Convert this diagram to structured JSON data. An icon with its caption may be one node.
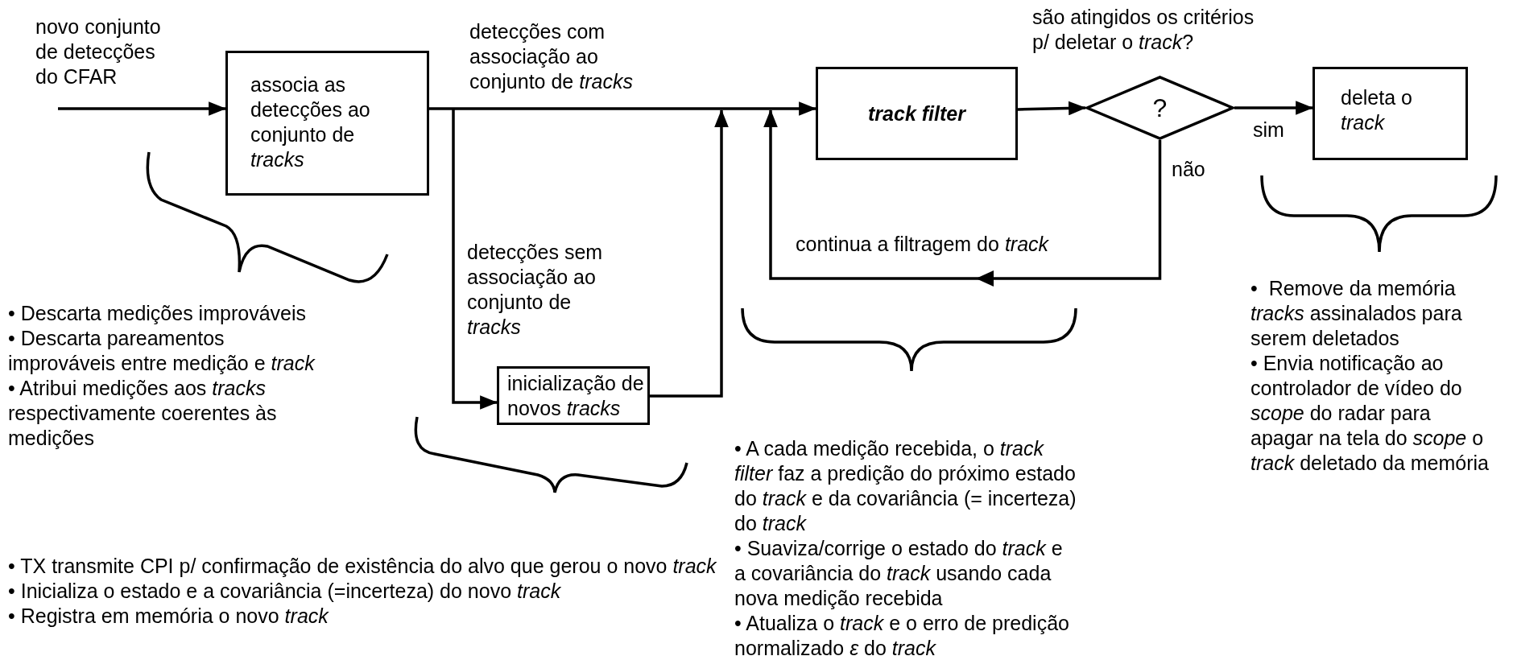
{
  "diagram": {
    "nodes": [
      {
        "text": [
          "associa as detecções ao conjunto de *tracks*"
        ]
      },
      {
        "text": [
          "track filter"
        ]
      },
      {
        "text": [
          "?"
        ],
        "beside": [
          "são atingidos os critérios p/ deletar o *track*?"
        ]
      },
      {
        "text": [
          "deleta o *track*"
        ]
      },
      {
        "text": [
          "inicialização de novos *tracks*"
        ]
      }
    ],
    "edges": [
      {
        "from": null,
        "to": 0,
        "arrow": "to",
        "label": "novo conjunto de detecções do CFAR"
      },
      {
        "from": 0,
        "to": 1,
        "arrow": "to",
        "label": "detecções com associação ao conjunto de *tracks*"
      },
      {
        "from": 0,
        "to": 4,
        "arrow": "to",
        "label": "detecções sem associação ao conjunto de *tracks*"
      },
      {
        "from": 4,
        "to": 1,
        "arrow": "to"
      },
      {
        "from": 1,
        "to": 2,
        "arrow": "to"
      },
      {
        "from": 2,
        "to": 3,
        "arrow": "to",
        "label": "sim"
      },
      {
        "from": 2,
        "to": 1,
        "arrow": "to",
        "label": "não"
      }
    ],
    "labels": [
      "continua a filtragem do *track*",
      "• Descarta medições improváveis",
      "• Descarta pareamentos improváveis entre medição e *track*",
      "• Atribui medições aos *tracks* respectivamente coerentes às medições",
      "• TX transmite CPI p/ confirmação de existência do alvo que gerou o novo *track*",
      "• Inicializa o estado e a covariância (=incerteza) do novo *track*",
      "• Registra em memória o novo *track*",
      "• A cada medição recebida, o *track filter* faz a predição do próximo estado do *track* e da covariância (= incerteza) do *track*",
      "• Suaviza/corrige o estado do *track* e a covariância do *track* usando cada nova medição recebida",
      "• Atualiza o *track* e o erro de predição normalizado *ε* do *track*",
      "•  Remove da memória *tracks* assinalados para serem deletados",
      "• Envia notificação ao controlador de vídeo do *scope* do radar para apagar na tela do *scope* o *track* deletado da memória"
    ]
  }
}
